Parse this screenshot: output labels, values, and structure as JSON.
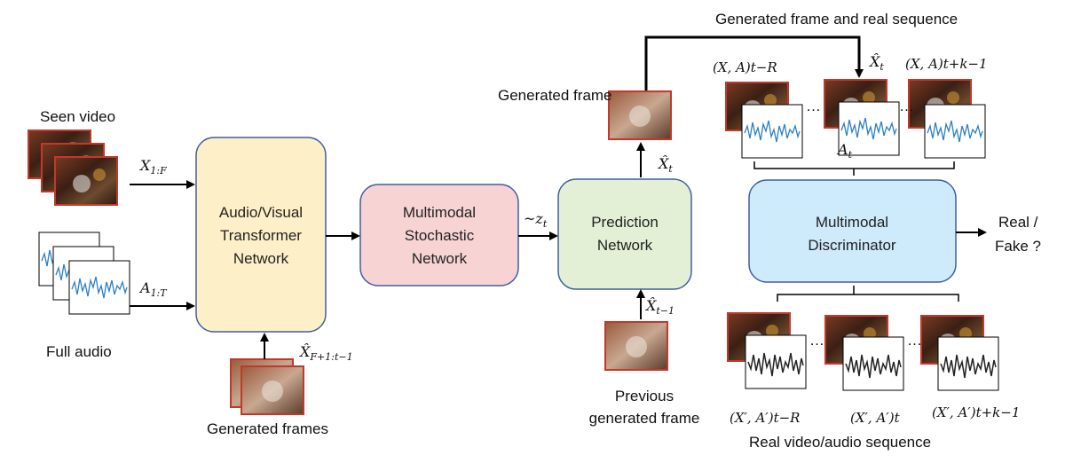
{
  "labels": {
    "seen_video": "Seen video",
    "full_audio": "Full audio",
    "generated_frames": "Generated frames",
    "generated_frame": "Generated frame",
    "previous_frame": [
      "Previous",
      "generated frame"
    ],
    "generated_real_sequence": "Generated frame and real sequence",
    "real_sequence": "Real video/audio sequence",
    "output": [
      "Real /",
      "Fake ?"
    ],
    "ellipsis": "…"
  },
  "blocks": {
    "transformer": [
      "Audio/Visual",
      "Transformer",
      "Network"
    ],
    "stochastic": [
      "Multimodal",
      "Stochastic",
      "Network"
    ],
    "prediction": [
      "Prediction",
      "Network"
    ],
    "discriminator": [
      "Multimodal",
      "Discriminator"
    ]
  },
  "math": {
    "x_base": "X",
    "x_sub": "1:F",
    "a_base": "A",
    "a_sub": "1:T",
    "xhat_base": "X̂",
    "xhat_frames_sub": "F+1:t−1",
    "z_base": "~z",
    "t_sub": "t",
    "tminus1_sub": "t−1",
    "xa_t_minus_r": "(X, A)t−R",
    "xa_t_plus_k": "(X, A)t+k−1",
    "xpa_t_minus_r": "(X′, A′)t−R",
    "xpa_t": "(X′, A′)t",
    "xpa_t_plus_k": "(X′, A′)t+k−1"
  }
}
